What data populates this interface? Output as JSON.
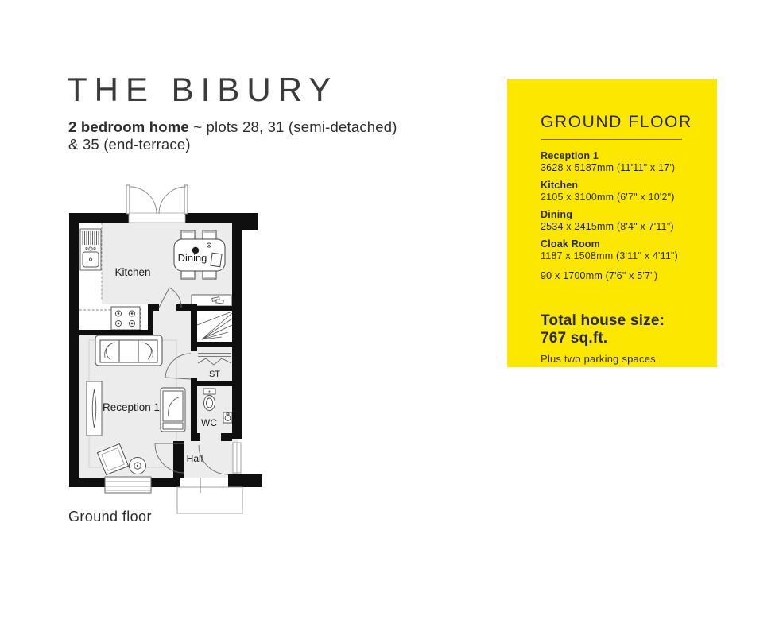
{
  "page": {
    "background": "#ffffff",
    "accent_yellow": "#fbe700",
    "wall_color": "#0f0f0f",
    "text_dark": "#2b2b2b"
  },
  "header": {
    "title": "THE BIBURY",
    "subtitle_bold": "2 bedroom home",
    "subtitle_tail": " ~ plots 28, 31 (semi-detached)",
    "subtitle_line2": "& 35 (end-terrace)"
  },
  "floorplan": {
    "caption": "Ground floor",
    "labels": {
      "kitchen": "Kitchen",
      "dining": "Dining",
      "reception": "Reception 1",
      "storage": "ST",
      "wc": "WC",
      "hall": "Hall"
    }
  },
  "info_panel": {
    "title": "GROUND FLOOR",
    "rooms": [
      {
        "name": "Reception 1",
        "dims": "3628 x 5187mm (11'11\" x 17')"
      },
      {
        "name": "Kitchen",
        "dims": "2105 x 3100mm (6'7\" x 10'2\")"
      },
      {
        "name": "Dining",
        "dims": "2534 x 2415mm (8'4\" x 7'11\")"
      },
      {
        "name": "Cloak Room",
        "dims": "1187 x 1508mm (3'11\" x 4'11\")"
      },
      {
        "name": "",
        "dims": "90 x 1700mm (7'6\" x 5'7\")"
      }
    ],
    "total_label": "Total house size:",
    "total_value": "767 sq.ft.",
    "note": "Plus two parking spaces."
  }
}
